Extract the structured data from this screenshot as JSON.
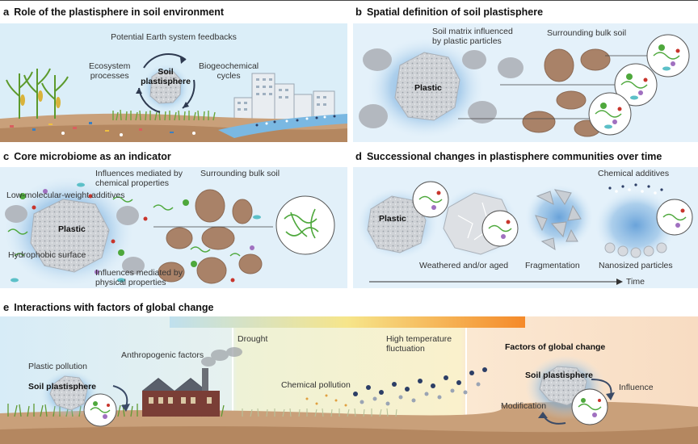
{
  "panels": {
    "a": {
      "letter": "a",
      "title": "Role of the  plastisphere in soil environment",
      "feedbacks": "Potential Earth system feedbacks",
      "ecosystem": "Ecosystem\nprocesses",
      "biogeo": "Biogeochemical\ncycles",
      "center": "Soil\nplastisphere"
    },
    "b": {
      "letter": "b",
      "title": "Spatial definition of soil plastisphere",
      "matrix": "Soil matrix influenced\nby plastic particles",
      "bulk": "Surrounding bulk soil",
      "plastic": "Plastic"
    },
    "c": {
      "letter": "c",
      "title": "Core microbiome as an indicator",
      "chemical": "Influences mediated by\nchemical properties",
      "bulk": "Surrounding bulk soil",
      "additives": "Low-molecular-weight additives",
      "plastic": "Plastic",
      "hydrophobic": "Hydrophobic surface",
      "physical": "Influences mediated by\nphysical properties"
    },
    "d": {
      "letter": "d",
      "title": "Successional changes in plastisphere communities over time",
      "chemical_additives": "Chemical additives",
      "plastic": "Plastic",
      "weathered": "Weathered and/or aged",
      "fragmentation": "Fragmentation",
      "nanosized": "Nanosized particles",
      "time": "Time"
    },
    "e": {
      "letter": "e",
      "title": "Interactions with factors of global change",
      "plastic_pollution": "Plastic pollution",
      "soil_plastisphere_left": "Soil plastisphere",
      "anthropogenic": "Anthropogenic factors",
      "drought": "Drought",
      "high_temp": "High temperature\nfluctuation",
      "chemical_pollution": "Chemical pollution",
      "factors": "Factors of global change",
      "soil_plastisphere_right": "Soil plastisphere",
      "influence": "Influence",
      "modification": "Modification"
    }
  },
  "colors": {
    "sky": "#dbeef8",
    "soil": "#b98a62",
    "plastic_glow": "#6fa6d8",
    "microbe_green": "#4ea83c",
    "microbe_purple": "#a070c0",
    "microbe_red": "#c8352c",
    "gradient_start": "#bfe0ee",
    "gradient_end": "#f58a2a"
  }
}
